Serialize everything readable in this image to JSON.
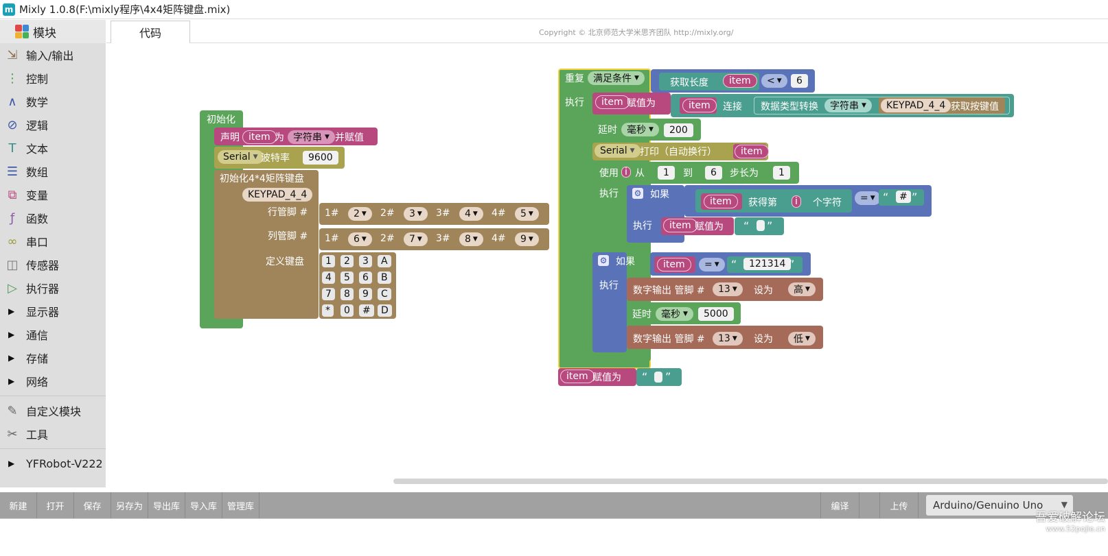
{
  "window": {
    "title": "Mixly 1.0.8(F:\\mixly程序\\4x4矩阵键盘.mix)",
    "icon": "mixly-logo"
  },
  "sidebar": {
    "header": "模块",
    "categories": [
      {
        "label": "输入/输出",
        "icon": "io-icon",
        "color": "#8b6f4e"
      },
      {
        "label": "控制",
        "icon": "control-icon",
        "color": "#4f9a58"
      },
      {
        "label": "数学",
        "icon": "math-icon",
        "color": "#3c58a8"
      },
      {
        "label": "逻辑",
        "icon": "logic-icon",
        "color": "#3c58a8"
      },
      {
        "label": "文本",
        "icon": "text-icon",
        "color": "#3a8f8a"
      },
      {
        "label": "数组",
        "icon": "array-icon",
        "color": "#3c58a8"
      },
      {
        "label": "变量",
        "icon": "variable-icon",
        "color": "#b8497f"
      },
      {
        "label": "函数",
        "icon": "function-icon",
        "color": "#8b5aa8"
      },
      {
        "label": "串口",
        "icon": "serial-icon",
        "color": "#9a9a3a"
      },
      {
        "label": "传感器",
        "icon": "sensor-icon",
        "color": "#7a7a7a"
      },
      {
        "label": "执行器",
        "icon": "actuator-icon",
        "color": "#4f9a58"
      }
    ],
    "collapsed": [
      "显示器",
      "通信",
      "存储",
      "网络"
    ],
    "extras": [
      {
        "label": "自定义模块",
        "icon": "pen-icon"
      },
      {
        "label": "工具",
        "icon": "tools-icon"
      }
    ],
    "board": "YFRobot-V222"
  },
  "tabs": {
    "code": "代码"
  },
  "copyright": "Copyright © 北京师范大学米思齐团队 http://mixly.org/",
  "blocks": {
    "setup": {
      "title": "初始化",
      "declare": {
        "prefix": "声明",
        "var": "item",
        "as": "为",
        "type": "字符串",
        "suffix": "并赋值"
      },
      "serial": {
        "port": "Serial",
        "label": "波特率",
        "value": "9600"
      },
      "keypad": {
        "title": "初始化4*4矩阵键盘",
        "name": "KEYPAD_4_4",
        "row_label": "行管脚 #",
        "col_label": "列管脚 #",
        "rows": [
          {
            "k": "1#",
            "v": "2"
          },
          {
            "k": "2#",
            "v": "3"
          },
          {
            "k": "3#",
            "v": "4"
          },
          {
            "k": "4#",
            "v": "5"
          }
        ],
        "cols": [
          {
            "k": "1#",
            "v": "6"
          },
          {
            "k": "2#",
            "v": "7"
          },
          {
            "k": "3#",
            "v": "8"
          },
          {
            "k": "4#",
            "v": "9"
          }
        ],
        "define_label": "定义键盘",
        "keys": [
          [
            "1",
            "2",
            "3",
            "A"
          ],
          [
            "4",
            "5",
            "6",
            "B"
          ],
          [
            "7",
            "8",
            "9",
            "C"
          ],
          [
            "*",
            "0",
            "#",
            "D"
          ]
        ]
      }
    },
    "loop": {
      "repeat": "重复",
      "cond": "满足条件",
      "len": "获取长度",
      "var": "item",
      "lt": "<",
      "six": "6",
      "exec": "执行",
      "assign": "赋值为",
      "concat": "连接",
      "convert": "数据类型转换",
      "strtype": "字符串",
      "keypad": "KEYPAD_4_4",
      "getkey": "获取按键值",
      "delay": "延时",
      "ms": "毫秒",
      "d200": "200",
      "serial": "Serial",
      "print": "打印（自动换行）",
      "for_use": "使用",
      "i": "i",
      "from": "从",
      "one": "1",
      "to": "到",
      "step": "步长为",
      "if": "如果",
      "get_nth": "获得第",
      "char": "个字符",
      "eq": "=",
      "hash": "#",
      "qopen": "“",
      "qclose": "”",
      "code": "121314",
      "dout": "数字输出 管脚 #",
      "pin": "13",
      "set": "设为",
      "high": "高",
      "low": "低",
      "d5000": "5000"
    }
  },
  "toolbar": {
    "buttons": [
      "新建",
      "打开",
      "保存",
      "另存为",
      "导出库",
      "导入库",
      "管理库"
    ],
    "compile": "编译",
    "upload": "上传",
    "board": "Arduino/Genuino Uno"
  },
  "watermark": {
    "line1": "吾爱破解论坛",
    "line2": "www.52pojie.cn"
  },
  "colors": {
    "control": "#5ba55b",
    "serial": "#a9a34f",
    "io": "#a0855b",
    "variable": "#b8497f",
    "text": "#4a9e8f",
    "math": "#5a73b8",
    "logic": "#5a73b8",
    "dout": "#a56a58"
  }
}
